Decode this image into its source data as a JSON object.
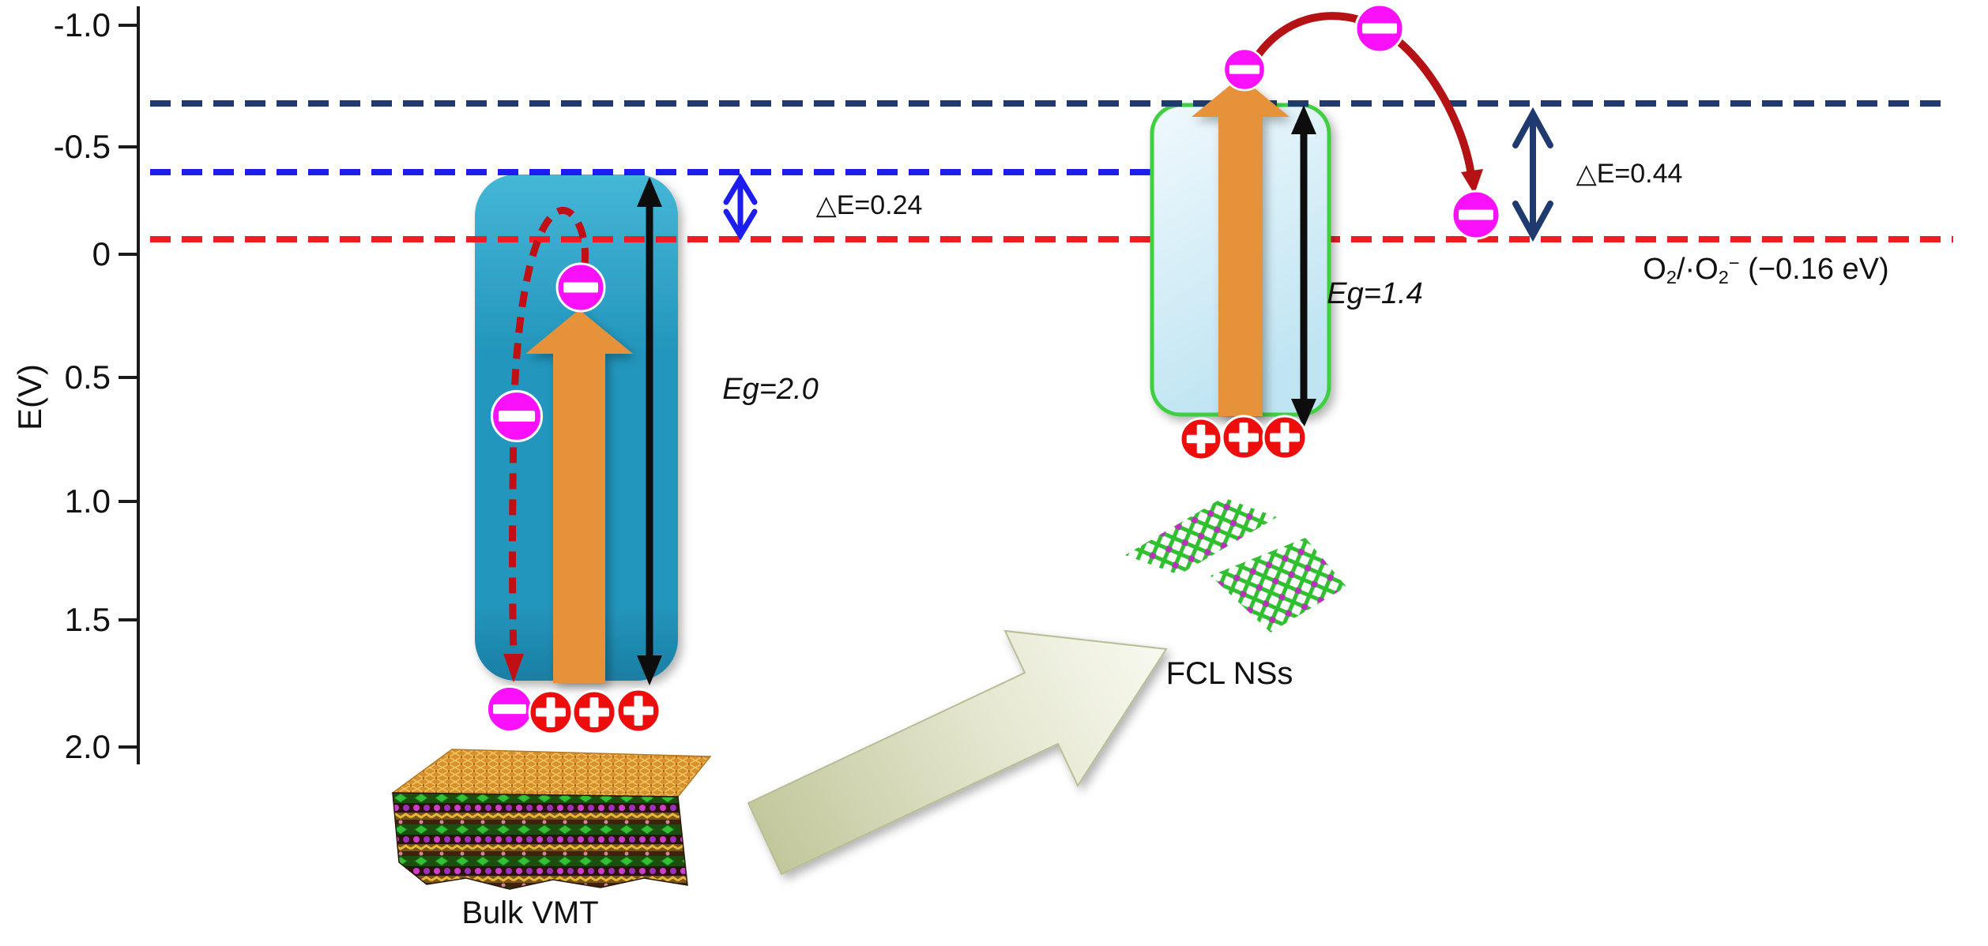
{
  "axis": {
    "label": "E(V)",
    "tick_labels": [
      "-1.0",
      "-0.5",
      "0",
      "0.5",
      "1.0",
      "1.5",
      "2.0"
    ]
  },
  "bulk": {
    "name": "Bulk VMT",
    "band_gap_label": "Eg=2.0",
    "delta_e_label": "△E=0.24"
  },
  "nanosheets": {
    "name": "FCL NSs",
    "band_gap_label": "Eg=1.4",
    "delta_e_label": "△E=0.44"
  },
  "redox_level": {
    "o": "O",
    "sub_a": "2",
    "mid": "/·O",
    "sub_b": "2",
    "sup": "−",
    "tail": " (−0.16 eV)"
  },
  "icons": {
    "electron": "minus-circle",
    "hole": "plus-circle",
    "excitation": "up-arrow",
    "exfoliation": "big-up-right-arrow"
  },
  "colors": {
    "bulk_band": "#2496bd",
    "ns_band_fill": "#d5eef8",
    "ns_band_border": "#3fcf3f",
    "excitation_arrow": "#e6923a",
    "electron": "#fa10fa",
    "hole": "#ee0d0d",
    "cb_ns_line": "#1f3a6e",
    "cb_bulk_line": "#1d1df0",
    "o2_line": "#ee1c23",
    "transfer_curve": "#b51216",
    "exfoliation_arrow": "#d9dcb4"
  }
}
